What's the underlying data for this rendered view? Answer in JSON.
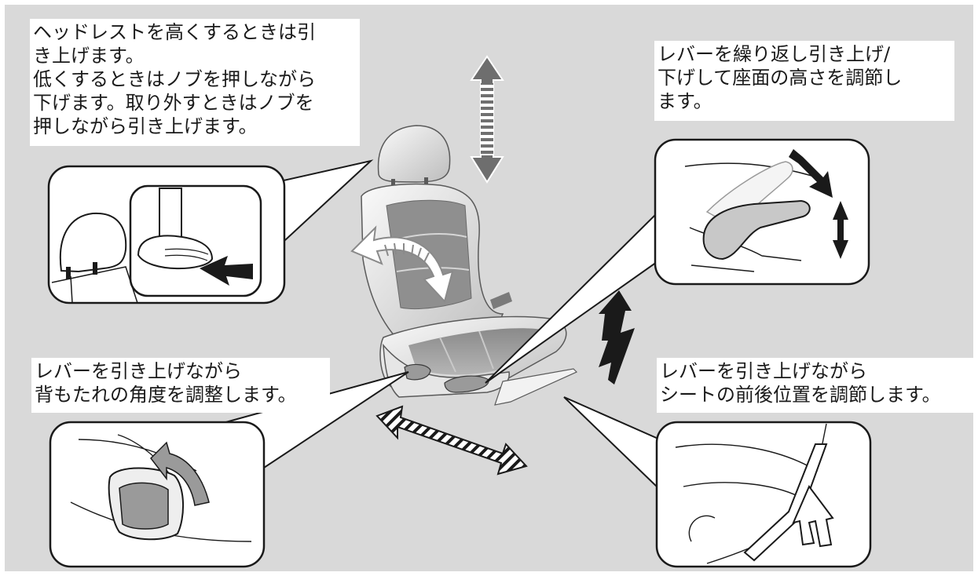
{
  "captions": {
    "headrest": "ヘッドレストを高くするときは引\nき上げます。\n低くするときはノブを押しながら\n下げます。取り外すときはノブを\n押しながら引き上げます。",
    "seat_height": "レバーを繰り返し引き上げ/\n下げして座面の高さを調節し\nます。",
    "backrest_recline": "レバーを引き上げながら\n背もたれの角度を調整します。",
    "seat_slide": "レバーを引き上げながら\nシートの前後位置を調節します。"
  },
  "colors": {
    "background": "#d9d9d9",
    "panel": "#ffffff",
    "line": "#1a1a1a",
    "seat_light": "#f2f2f2",
    "seat_mid": "#bdbdbd",
    "seat_dark": "#8a8a8a",
    "arrow_fill": "#ffffff"
  }
}
